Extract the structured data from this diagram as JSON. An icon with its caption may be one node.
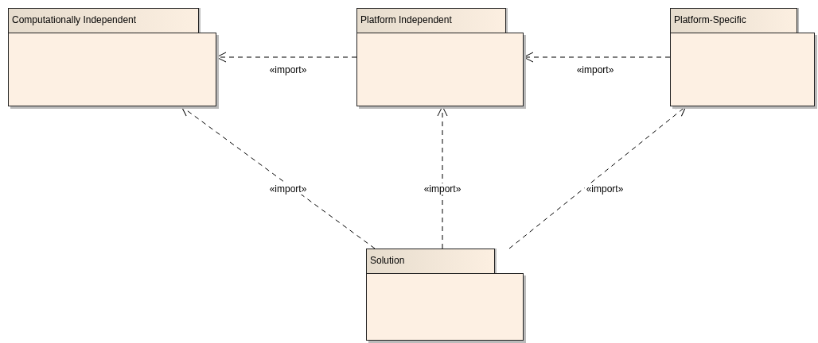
{
  "diagram": {
    "nodes": [
      {
        "text": [
          "Computationally Independent"
        ]
      },
      {
        "text": [
          "Platform Independent"
        ]
      },
      {
        "text": [
          "Platform-Specific"
        ]
      },
      {
        "text": [
          "Solution"
        ]
      }
    ],
    "edges": [
      {
        "from": 1,
        "to": 0,
        "arrow": "to",
        "style": "dashed",
        "label": "«import»"
      },
      {
        "from": 2,
        "to": 1,
        "arrow": "to",
        "style": "dashed",
        "label": "«import»"
      },
      {
        "from": 3,
        "to": 0,
        "arrow": "to",
        "style": "dashed",
        "label": "«import»"
      },
      {
        "from": 3,
        "to": 1,
        "arrow": "to",
        "style": "dashed",
        "label": "«import»"
      },
      {
        "from": 3,
        "to": 2,
        "arrow": "to",
        "style": "dashed",
        "label": "«import»"
      }
    ]
  }
}
